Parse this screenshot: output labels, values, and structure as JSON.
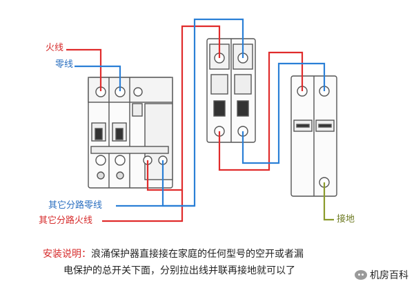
{
  "labels": {
    "live": "火线",
    "neutral": "零线",
    "branch_neutral": "其它分路零线",
    "branch_live": "其它分路火线",
    "ground": "接地"
  },
  "caption": {
    "heading": "安装说明：",
    "line1": "浪涌保护器直接接在家庭的任何型号的空开或者漏",
    "line2": "电保护的总开关下面，分别拉出线并联再接地就可以了"
  },
  "watermark": "机房百科",
  "colors": {
    "live_wire": "#e02b2b",
    "neutral_wire": "#2a7fd6",
    "ground_wire": "#8a9a2a",
    "label_red": "#d62b2b",
    "label_blue": "#2a6fc0",
    "label_olive": "#6d7a22",
    "outline": "#555555"
  }
}
